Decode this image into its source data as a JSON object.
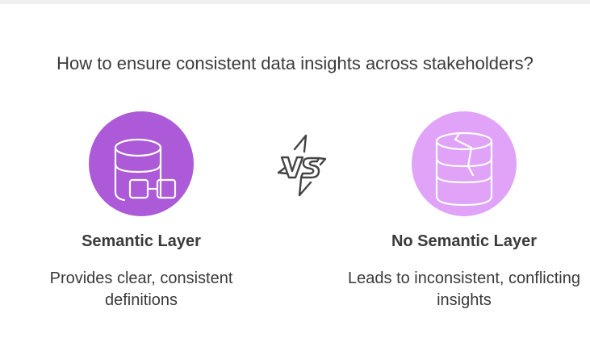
{
  "title": "How to ensure consistent data insights across stakeholders?",
  "left": {
    "heading": "Semantic Layer",
    "description": "Provides clear, consistent definitions",
    "icon": "database-link-icon",
    "color": "#ad5ad9"
  },
  "right": {
    "heading": "No Semantic Layer",
    "description": "Leads to inconsistent, conflicting insights",
    "icon": "cracked-database-icon",
    "color": "#e0a3f8"
  },
  "vs_icon": "vs-icon"
}
